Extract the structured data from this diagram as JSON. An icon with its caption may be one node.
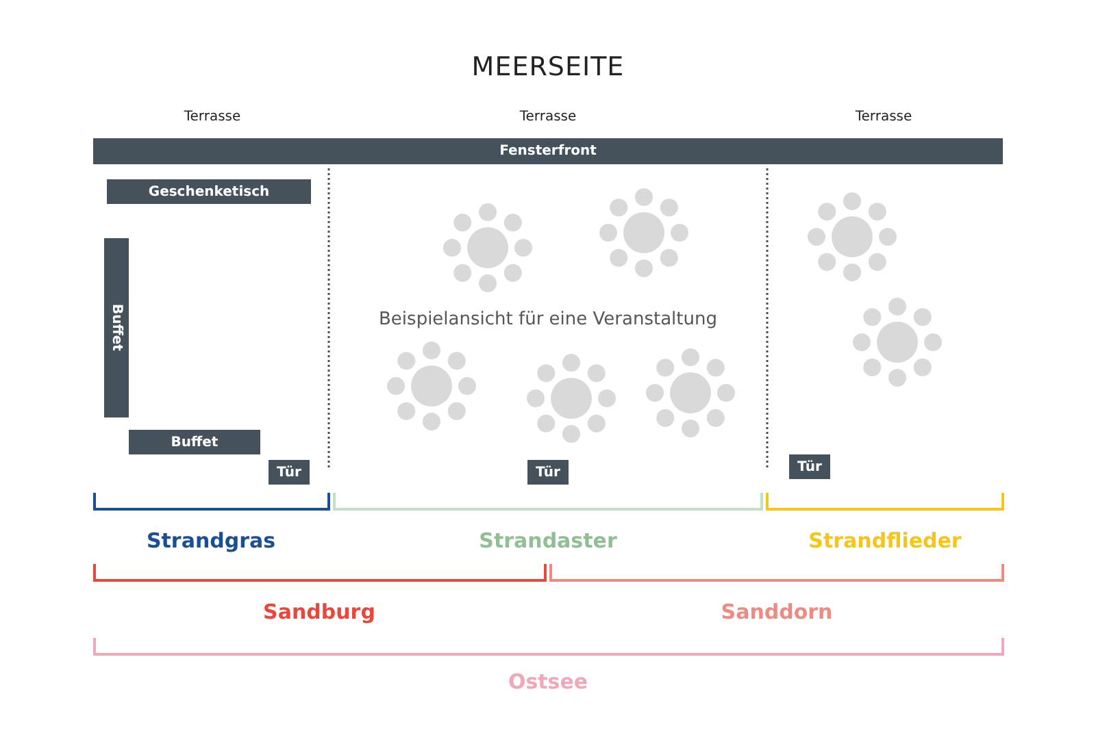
{
  "diagram": {
    "title": "MEERSEITE",
    "nodes": [
      {
        "text": [
          "Fensterfront"
        ]
      },
      {
        "text": [
          "Geschenketisch"
        ]
      },
      {
        "text": [
          "Buffet"
        ]
      },
      {
        "text": [
          "Buffet"
        ]
      },
      {
        "text": [
          "Tür"
        ]
      },
      {
        "text": [
          "Tür"
        ]
      },
      {
        "text": [
          "Tür"
        ]
      }
    ],
    "labels": [
      "Terrasse",
      "Terrasse",
      "Terrasse",
      "Beispielansicht für eine Veranstaltung",
      "Strandgras",
      "Strandaster",
      "Strandflieder",
      "Sandburg",
      "Sanddorn",
      "Ostsee"
    ]
  }
}
